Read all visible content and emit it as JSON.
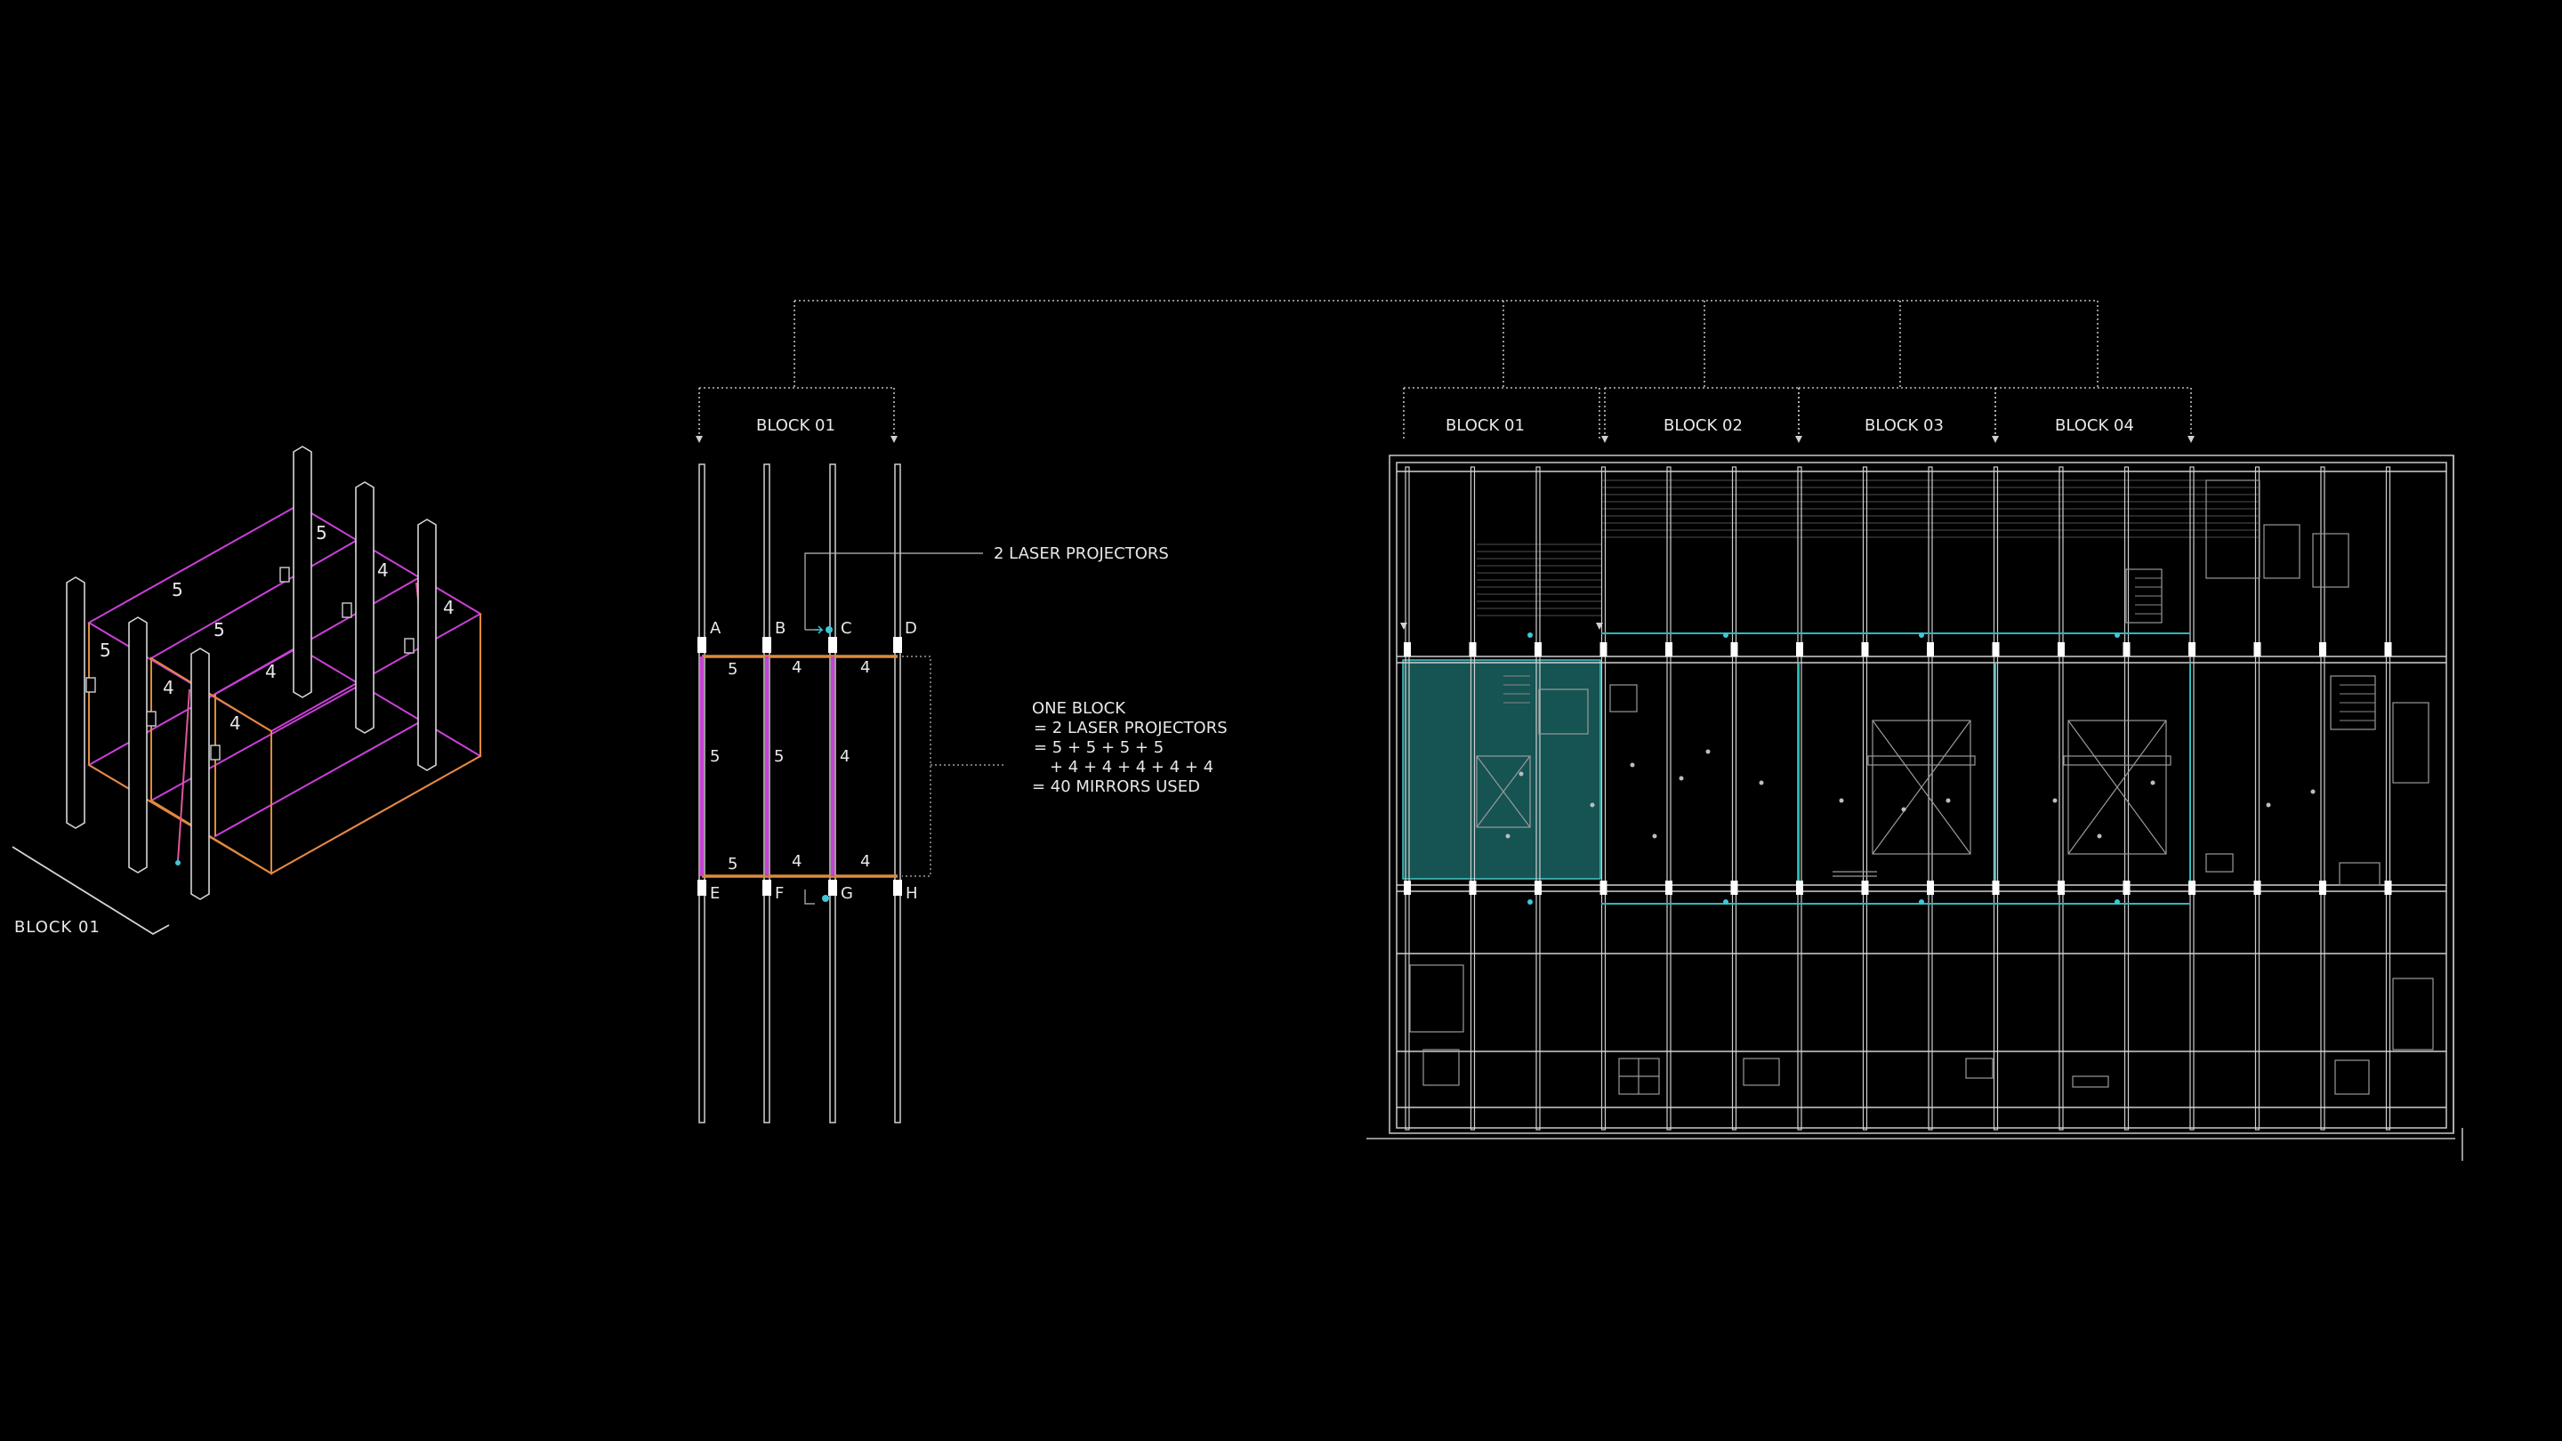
{
  "colors": {
    "background": "#000000",
    "line": "#e6e6e6",
    "faint": "#8a8a8a",
    "magenta": "#c940d8",
    "orange": "#e08a3c",
    "cyan": "#2fb8b8",
    "cyan_fill": "#1d6f6f"
  },
  "axonometric": {
    "label": "BLOCK 01",
    "numbers": [
      "5",
      "5",
      "5",
      "5",
      "4",
      "4",
      "4",
      "4",
      "4"
    ]
  },
  "block_plan": {
    "title": "BLOCK 01",
    "grid_top": [
      "A",
      "B",
      "C",
      "D"
    ],
    "grid_bottom": [
      "E",
      "F",
      "G",
      "H"
    ],
    "top_row_counts": [
      "5",
      "4",
      "4"
    ],
    "middle_row_counts": [
      "5",
      "5",
      "4"
    ],
    "bottom_row_counts": [
      "5",
      "4",
      "4"
    ],
    "callout_projectors": "2 LASER PROJECTORS",
    "equation": {
      "line1": "ONE BLOCK",
      "line2": "= 2 LASER PROJECTORS",
      "line3": "= 5 + 5 + 5 + 5",
      "line4": "+ 4 + 4 + 4 + 4 + 4",
      "line5": "= 40 MIRRORS USED"
    }
  },
  "floor_plan": {
    "blocks": [
      "BLOCK 01",
      "BLOCK 02",
      "BLOCK 03",
      "BLOCK 04"
    ]
  }
}
